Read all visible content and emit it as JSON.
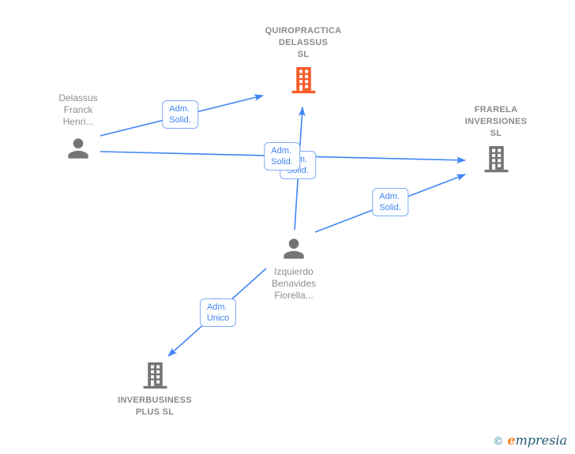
{
  "diagram": {
    "type": "corporate-relationship-graph",
    "colors": {
      "edge_blue": "#4285f4",
      "label_border_blue": "#7fabf4",
      "label_text_blue": "#4285f4",
      "node_gray": "#757575",
      "company_text_gray": "#8a8a8a",
      "person_text_gray": "#8e8e8e",
      "highlight_building_orange": "#f75b29"
    },
    "nodes": {
      "quiropractica": {
        "line1": "QUIROPRACTICA",
        "line2": "DELASSUS",
        "line3": "SL",
        "kind": "company",
        "icon": "building-orange"
      },
      "frarela": {
        "line1": "FRARELA",
        "line2": "INVERSIONES",
        "line3": "SL",
        "kind": "company",
        "icon": "building-gray"
      },
      "inverbusiness": {
        "line1": "INVERBUSINESS",
        "line2": "PLUS SL",
        "kind": "company",
        "icon": "building-gray"
      },
      "delassus": {
        "line1": "Delassus",
        "line2": "Franck",
        "line3": "Henri...",
        "kind": "person",
        "icon": "person-gray"
      },
      "izquierdo": {
        "line1": "Izquierdo",
        "line2": "Benavides",
        "line3": "Fiorella...",
        "kind": "person",
        "icon": "person-gray"
      }
    },
    "edges": [
      {
        "from": "Delassus Franck Henri...",
        "to": "QUIROPRACTICA DELASSUS SL",
        "label": "Adm. Solid."
      },
      {
        "from": "Delassus Franck Henri...",
        "to": "FRARELA INVERSIONES SL",
        "label": "Adm. Solid."
      },
      {
        "from": "Izquierdo Benavides Fiorella...",
        "to": "QUIROPRACTICA DELASSUS SL",
        "label": "Adm. Solid."
      },
      {
        "from": "Izquierdo Benavides Fiorella...",
        "to": "FRARELA INVERSIONES SL",
        "label": "Adm. Solid."
      },
      {
        "from": "Izquierdo Benavides Fiorella...",
        "to": "INVERBUSINESS PLUS SL",
        "label": "Adm. Unico"
      }
    ],
    "edge_labels": {
      "l1": {
        "line1": "Adm.",
        "line2": "Solid."
      },
      "l2": {
        "line1": "Adm.",
        "line2": "Solid."
      },
      "l3": {
        "line1": "Adm.",
        "line2": "Solid."
      },
      "l4": {
        "line1": "Adm.",
        "line2": "Solid."
      },
      "l5": {
        "line1": "Adm.",
        "line2": "Unico"
      }
    },
    "logo": {
      "copyright": "©",
      "brand_first": "e",
      "brand_rest": "mpresia"
    }
  }
}
